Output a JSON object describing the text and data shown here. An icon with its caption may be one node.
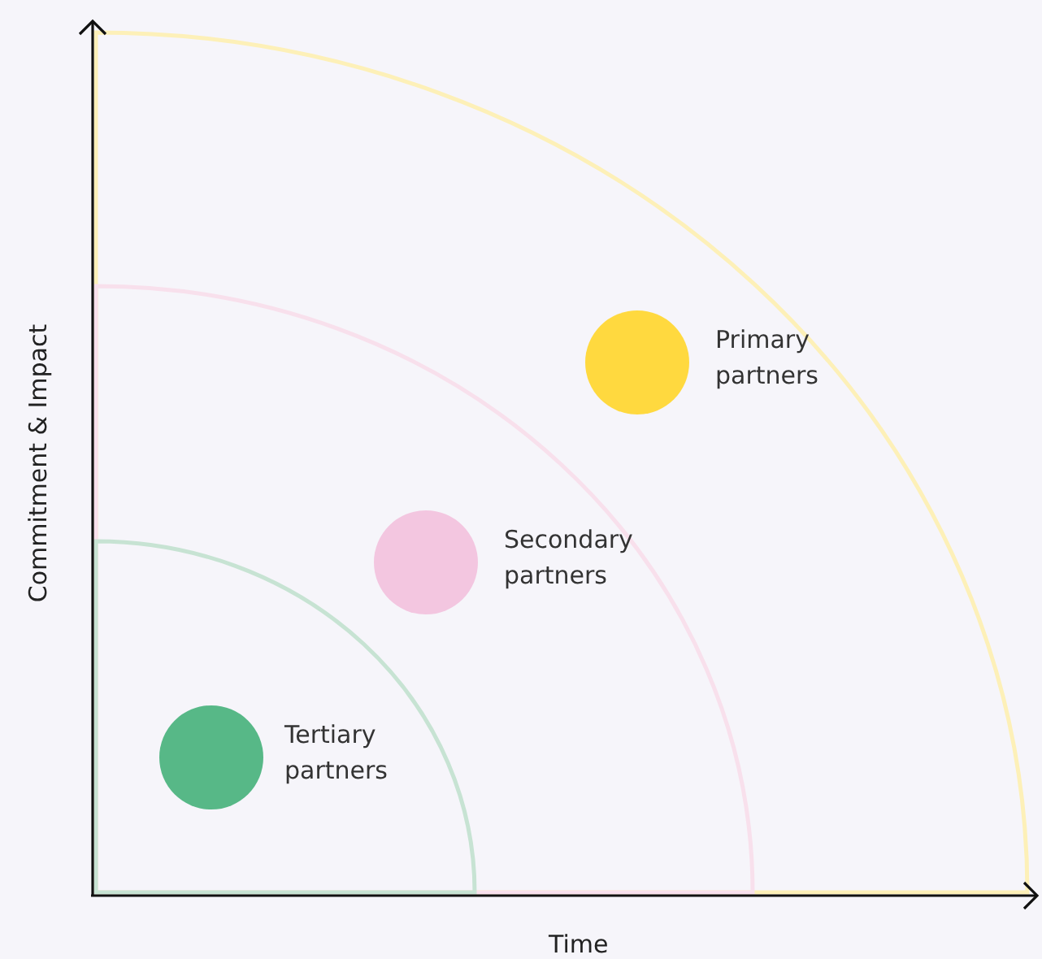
{
  "diagram": {
    "nodes": [
      {
        "text": [],
        "shape": "circle",
        "beside": [
          "Primary partners"
        ]
      },
      {
        "text": [],
        "shape": "circle",
        "beside": [
          "Secondary partners"
        ]
      },
      {
        "text": [],
        "shape": "circle",
        "beside": [
          "Tertiary partners"
        ]
      }
    ],
    "labels": [
      "Commitment & Impact",
      "Time"
    ]
  }
}
